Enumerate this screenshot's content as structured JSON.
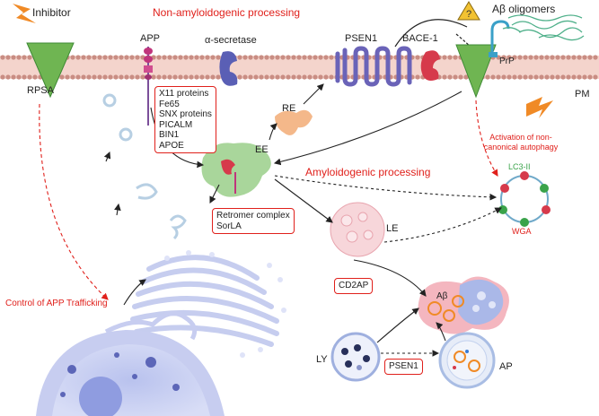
{
  "title": "Non-amyloidogenic processing",
  "labels": {
    "inhibitor": "Inhibitor",
    "rpsa": "RPSA",
    "app": "APP",
    "alpha_secretase": "α-secretase",
    "psen1_top": "PSEN1",
    "bace1": "BACE-1",
    "abeta_oligomers": "Aβ oligomers",
    "prp": "PrP",
    "pm": "PM",
    "re": "RE",
    "ee": "EE",
    "le": "LE",
    "ly": "LY",
    "ap": "AP",
    "abeta": "Aβ",
    "lc3": "LC3-II",
    "wga": "WGA",
    "amyloidogenic": "Amyloidogenic processing",
    "activation": "Activation of non-canonical autophagy",
    "control": "Control of APP Trafficking"
  },
  "app_box": [
    "X11 proteins",
    "Fe65",
    "SNX proteins",
    "PICALM",
    "BIN1",
    "APOE"
  ],
  "retromer_box": [
    "Retromer complex",
    "SorLA"
  ],
  "cd2ap_box": "CD2AP",
  "psen1_box": "PSEN1",
  "colors": {
    "red": "#e0201b",
    "membrane": "#e8b7ad",
    "head": "#c98d83",
    "green": "#7bbf6a",
    "lavender": "#c7cdf0",
    "pink": "#f2c9c9",
    "protein_purple": "#5a5fb5",
    "protein_red": "#d63a4b",
    "orange": "#f08a26"
  }
}
